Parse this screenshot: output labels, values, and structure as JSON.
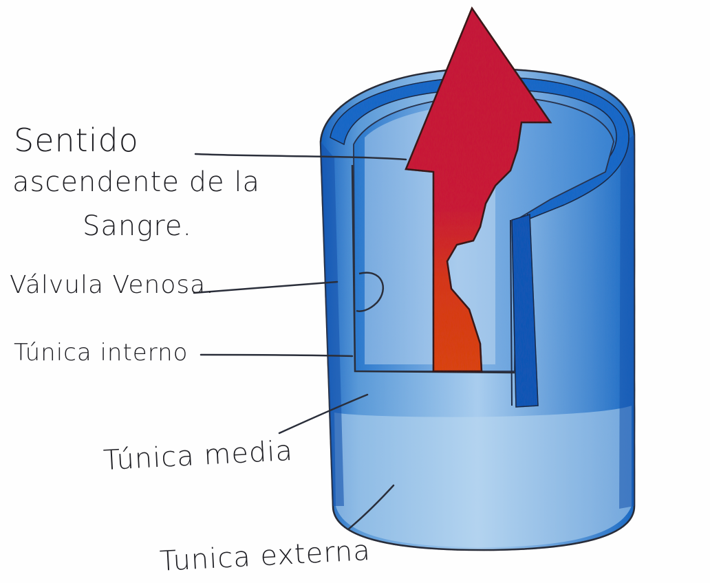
{
  "labels": {
    "sentido_line1": "Sentido",
    "sentido_line2": "ascendente de la",
    "sentido_line3": "Sangre.",
    "valvula": "Válvula Venosa.",
    "tunica_interna": "Túnica interno",
    "tunica_media": "Túnica media",
    "tunica_externa": "Tunica externa"
  },
  "colors": {
    "vessel_outer": "#1c6cc8",
    "vessel_light": "#cfe3f4",
    "vessel_mid": "#6aa4dc",
    "arrow_red": "#c81e38",
    "arrow_orange": "#d8401a",
    "ink": "#1f1f24"
  }
}
